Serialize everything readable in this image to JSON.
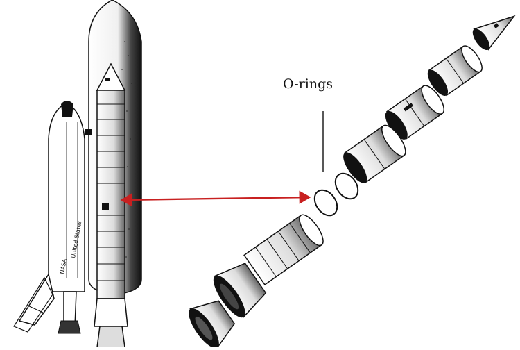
{
  "diagram": {
    "callout_label": "O-rings",
    "orbiter_text": "United States",
    "orbiter_text_small": "NASA",
    "colors": {
      "ink": "#111111",
      "arrow": "#c82020",
      "shade": "#555555",
      "paper": "#ffffff"
    }
  }
}
